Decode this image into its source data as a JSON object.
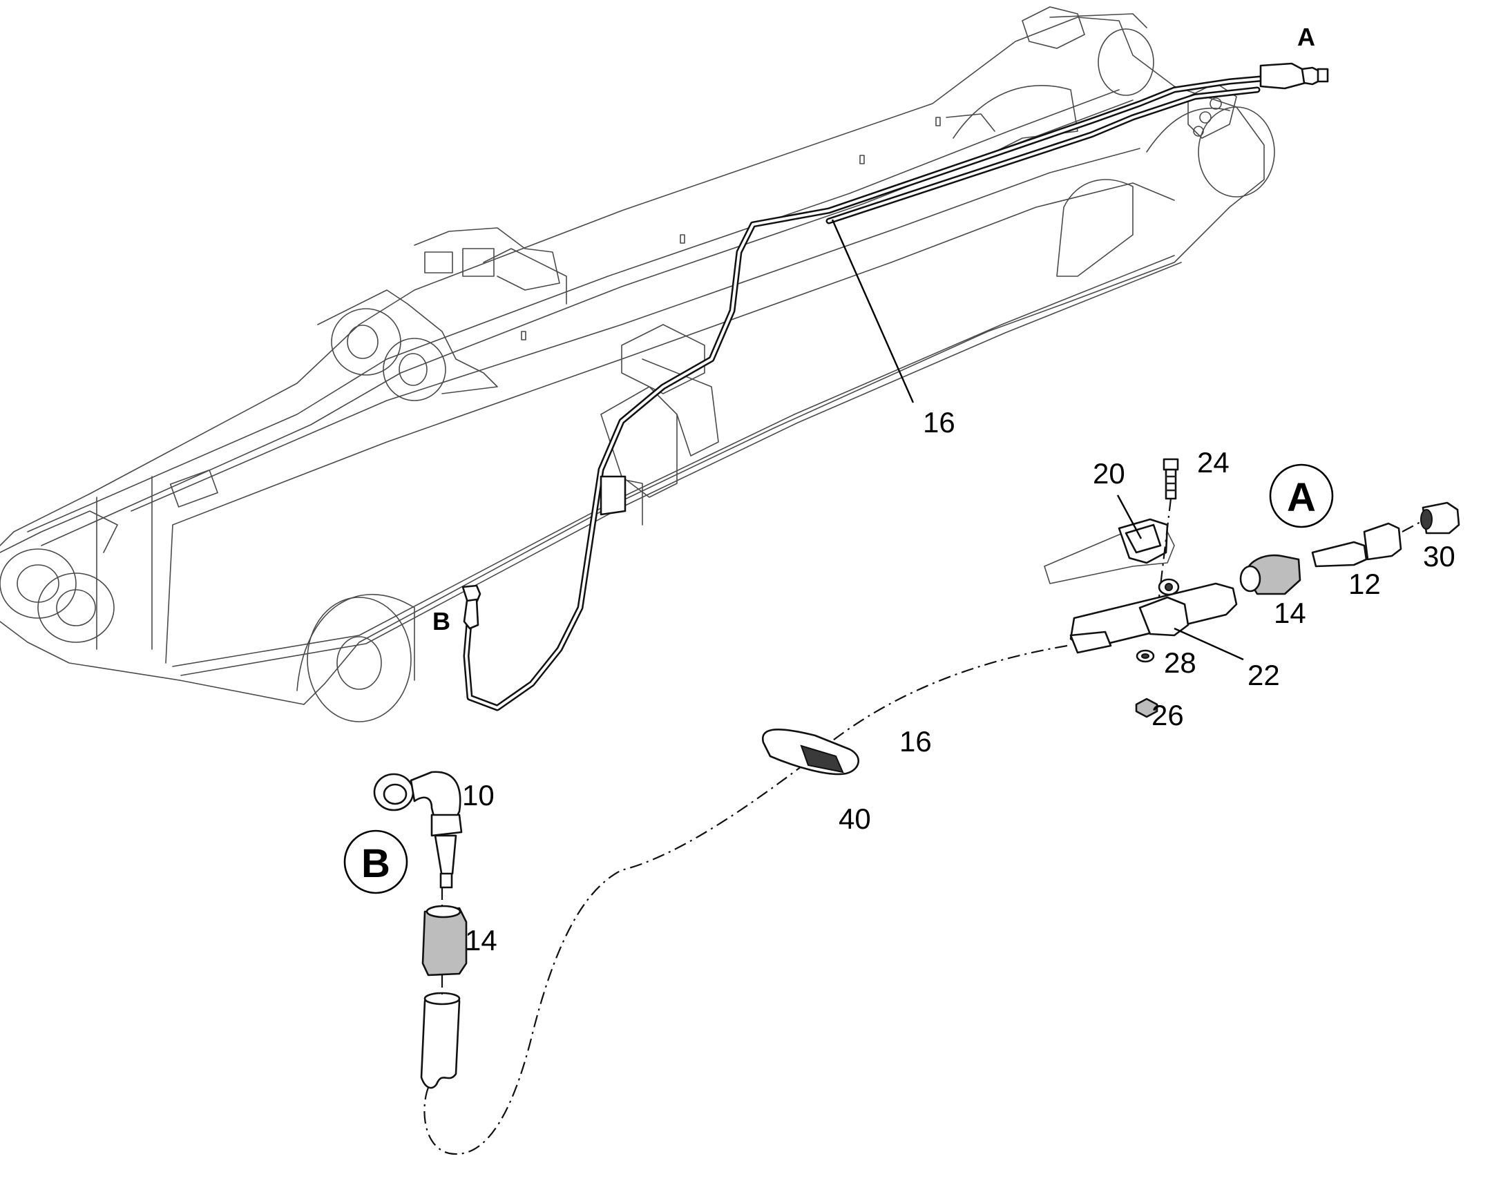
{
  "parts": {
    "p16_top": "16",
    "p16_bottom": "16",
    "p10": "10",
    "p12": "12",
    "p14_a": "14",
    "p14_b": "14",
    "p20": "20",
    "p22": "22",
    "p24": "24",
    "p26": "26",
    "p28": "28",
    "p30": "30",
    "p40": "40"
  },
  "refs": {
    "a_small": "A",
    "b_small": "B",
    "a_callout": "A",
    "b_callout": "B"
  }
}
